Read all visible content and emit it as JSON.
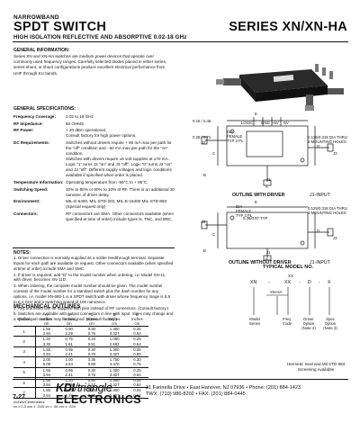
{
  "header": {
    "kicker": "NARROWBAND",
    "title": "SPDT SWITCH",
    "series": "SERIES XN/XN-HA",
    "subtitle": "HIGH ISOLATION REFLECTIVE AND ABSORPTIVE 0.02-18 GHz"
  },
  "general_info": {
    "heading": "GENERAL INFORMATION:",
    "body": "Series XN and XN-HA switches are medium power devices that operate over commonly used frequency ranges. Carefully selected diodes placed in either series, series-shunt, or shunt configurations produce excellent electrical performance from UHF through KU bands."
  },
  "specs": {
    "heading": "GENERAL SPECIFICATIONS:",
    "rows": [
      {
        "k": "Frequency Coverage:",
        "v": "0.02 to 18 GHz"
      },
      {
        "k": "RF Impedance:",
        "v": "50 OHMS"
      },
      {
        "k": "RF Power:",
        "v": "+ 20 dBm operational.\nConsult factory for high power options."
      },
      {
        "k": "DC Requirements:",
        "v": "Switches without drivers require + 60 mA max per path for the \"off\" condition and - 60 mA max per path for the \"on\" condition.\nSwitches with drivers require ±5 volt supplies at ±70 mA. Logic \"1\" turns J2 \"on\" and J3 \"off\". Logic \"0\" turns J3 \"on\" and J2 \"off\". Different supply voltages and logic conditions available if specified when order is placed."
      },
      {
        "k": "Temperature Information:",
        "v": "Operating temperature from -55°C to + 85°C."
      },
      {
        "k": "Switching Speed:",
        "v": "10% to 90% or 90% to 10% of RF. There is an additional 30 nanosec of driver delay."
      },
      {
        "k": "Environment:",
        "v": "MIL-E-5400, MIL-STD-202, MIL-E-16400 MIL-STD-883 (Special request only)"
      },
      {
        "k": "Connectors:",
        "v": "RF connectors are SMA. Other connectors available (when specified at time of order) include types N, TNC, and BNC."
      }
    ]
  },
  "notes": {
    "heading": "NOTES:",
    "items": [
      "1. Driver connection is normally supplied as a solder feedthrough terminal. Separate inputs for each path are available on request. Other connectors available (when specified at time of order) include SMA and SMC.",
      "2. If driver is required, add \"D\" to the model number when ordering, i.e. Model XN-11, with driver, becomes XN-11D.",
      "3. When ordering, the complete model number should be given. The model number consists of the model number for a standard switch plus the dash number for any options, i.e. model XN-680-1 is a SPDT switch with driver whose frequency range is 5.8 to 6.4 GHz and a switching speed of 100 nanosecs.",
      "4. Any unit listed can be supplied with pins instead of RF connectors. (Consult factory.)",
      "5. Switches are available with output connectors in line with input. Sizes may change and a special part number may be assigned. (Consult factory.)"
    ]
  },
  "mech": {
    "heading": "MECHANICAL OUTLINES",
    "header_outline": "Outline",
    "headers": [
      {
        "letter": "A",
        "unit": "Inches",
        "sub": "cm"
      },
      {
        "letter": "B",
        "unit": "Inches",
        "sub": "cm"
      },
      {
        "letter": "C",
        "unit": "Inches",
        "sub": "cm"
      },
      {
        "letter": "D",
        "unit": "Inches",
        "sub": "cm"
      },
      {
        "letter": "E",
        "unit": "Inches",
        "sub": "cm"
      }
    ],
    "rows": [
      {
        "outline": "1",
        "a": [
          "1.55",
          "3.94"
        ],
        "b": [
          "0.90",
          "2.29"
        ],
        "c": [
          "0.30",
          "0.76"
        ],
        "d": [
          "1.300",
          "3.327"
        ],
        "e": [
          "0.25",
          "0.64"
        ]
      },
      {
        "outline": "2",
        "a": [
          "1.30",
          "3.30"
        ],
        "b": [
          "0.75",
          "1.91"
        ],
        "c": [
          "0.20",
          "0.51"
        ],
        "d": [
          "1.050",
          "2.692"
        ],
        "e": [
          "0.25",
          "0.64"
        ]
      },
      {
        "outline": "3",
        "a": [
          "1.55",
          "3.94"
        ],
        "b": [
          "0.95",
          "2.41"
        ],
        "c": [
          "0.30",
          "0.76"
        ],
        "d": [
          "1.300",
          "3.327"
        ],
        "e": [
          "0.35",
          "0.89"
        ]
      },
      {
        "outline": "4",
        "a": [
          "2.00",
          "5.08"
        ],
        "b": [
          "1.00",
          "2.54"
        ],
        "c": [
          "0.35",
          "0.89"
        ],
        "d": [
          "1.750",
          "4.470"
        ],
        "e": [
          "0.30",
          "0.76"
        ]
      },
      {
        "outline": "5",
        "a": [
          "1.55",
          "3.94"
        ],
        "b": [
          "0.95",
          "2.41"
        ],
        "c": [
          "0.30",
          "0.76"
        ],
        "d": [
          "1.300",
          "3.327"
        ],
        "e": [
          "0.25",
          "0.64"
        ]
      },
      {
        "outline": "6",
        "a": [
          "1.55",
          "3.94"
        ],
        "b": [
          "1.20",
          "3.05"
        ],
        "c": [
          "0.50",
          "1.27"
        ],
        "d": [
          "1.300",
          "3.327"
        ],
        "e": [
          "0.25",
          "0.64"
        ]
      },
      {
        "outline": "7",
        "a": [
          "1.55",
          "3.94"
        ],
        "b": [
          "0.90",
          "2.29"
        ],
        "c": [
          "0.30",
          "0.76"
        ],
        "d": [
          "1.300",
          "3.327"
        ],
        "e": [
          "0.25",
          "0.64"
        ]
      }
    ],
    "foot1": "Inches/Centimeters",
    "foot2": "xx ± 0.3  xxx ± .010/  xx ± .08  xxx ± .025"
  },
  "diagram_top": {
    "caption_left": "OUTLINE WITH DRIVER",
    "caption_right": "J1-INPUT",
    "lbl_dia": "DIA FEMALE TYP 3 PL",
    "lbl_mtg": "0.125/0.318 DIA THRU 2 MOUNTING HOLES",
    "lbl_d1": "0.18 / 0.46",
    "lbl_d2": "0.28 / 0.71",
    "lbl_e": "E",
    "lbl_d": "D",
    "lbl_c": "C",
    "lbl_b": "B",
    "lbl_a": "A",
    "lbl_j1": "J1",
    "lbl_j2": "J2",
    "lbl_j3": "J3",
    "lbl_logic": "LOGIC",
    "lbl_gnd": "GND",
    "lbl_v1": "+5V",
    "lbl_v2": "-5V"
  },
  "diagram_bottom": {
    "caption_left": "OUTLINE WITHOUT DRIVER",
    "caption_right": "J1-INPUT",
    "lbl_dia": "DIA FEMALE TYP 3 PL",
    "lbl_mtg": "0.125/0.318 DIA THRU 2 MOUNTING HOLES",
    "lbl_dim": "0.38/0.97 TYP",
    "lbl_e": "E",
    "lbl_d": "D",
    "lbl_c": "C",
    "lbl_b": "B",
    "lbl_a": "A",
    "lbl_j1": "J1",
    "lbl_j2": "J2",
    "lbl_j3": "J3"
  },
  "model": {
    "heading": "TYPICAL MODEL NO.",
    "xx": "XX",
    "xn": "XN",
    "dash1": "-",
    "xx2": "XX",
    "dash2": "-",
    "d": "D",
    "dash3": "-",
    "x": "X",
    "xnha": "XN-HA",
    "c1": "Model\nSeries",
    "c2": "Freq.\nCode",
    "c3": "Driver\nOption\n(Note 2)",
    "c4": "Spec\nOption\n(Note 3)"
  },
  "hermetic": "Hermetic Seal and Mil STD 883 Screening Available",
  "footer": {
    "page": "7-27",
    "logo_line1a": "KDI",
    "logo_line1b": "/triangle",
    "logo_line2": "ELECTRONICS",
    "addr1": "31 Farinella Drive • East Hanover, NJ 07936 • Phone: (201) 884-1423",
    "addr2": "TWX: (710) 986-8202 • FAX: (201) 884-0445"
  }
}
